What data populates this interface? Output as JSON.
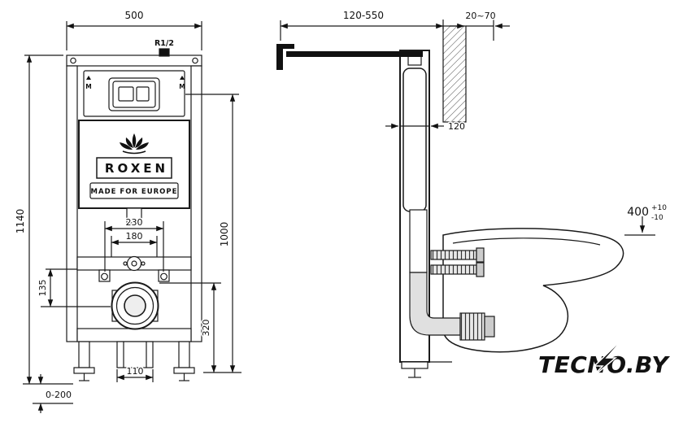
{
  "front_view": {
    "dim_width_top": "500",
    "dim_height_total": "1140",
    "inlet_thread_label": "R1/2",
    "dim_fixing_outer": "230",
    "dim_fixing_inner": "180",
    "dim_inlet_to_drain": "135",
    "dim_floor_to_panel": "1000",
    "dim_floor_to_drain": "320",
    "dim_outlet_width": "110",
    "dim_feet_adjust": "0-200",
    "logo_brand": "ROXEN",
    "logo_tagline": "MADE FOR EUROPE",
    "plate_mark_left": "M",
    "plate_mark_right": "M"
  },
  "side_view": {
    "dim_bracket_reach": "120-550",
    "dim_wall_finish": "20~70",
    "dim_frame_depth": "120",
    "dim_rim_height": "400",
    "dim_rim_tol_plus": "+10",
    "dim_rim_tol_minus": "-10"
  },
  "watermark": {
    "brand": "TECNO.BY",
    "color": "#e8000d"
  }
}
